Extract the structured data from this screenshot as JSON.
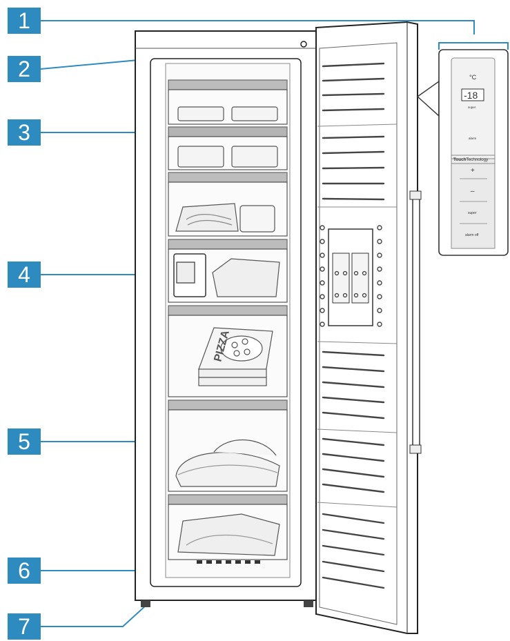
{
  "callouts": [
    {
      "n": "1"
    },
    {
      "n": "2"
    },
    {
      "n": "3"
    },
    {
      "n": "4"
    },
    {
      "n": "5"
    },
    {
      "n": "6"
    },
    {
      "n": "7"
    }
  ],
  "panel": {
    "unit": "°C",
    "temperature": "-18",
    "super_indicator": "super",
    "alarm_indicator": "alarm",
    "brand_bold": "Touch",
    "brand_rest": "Technology",
    "plus": "+",
    "minus": "–",
    "super_button": "super",
    "alarm_off_button": "alarm off"
  },
  "pizza_box_text": "PIZZA",
  "colors": {
    "callout_bg": "#2e8bc0",
    "callout_text": "#ffffff",
    "outline": "#222222",
    "shelf": "#b4b4b4",
    "food_fill": "#f3f3f3"
  }
}
